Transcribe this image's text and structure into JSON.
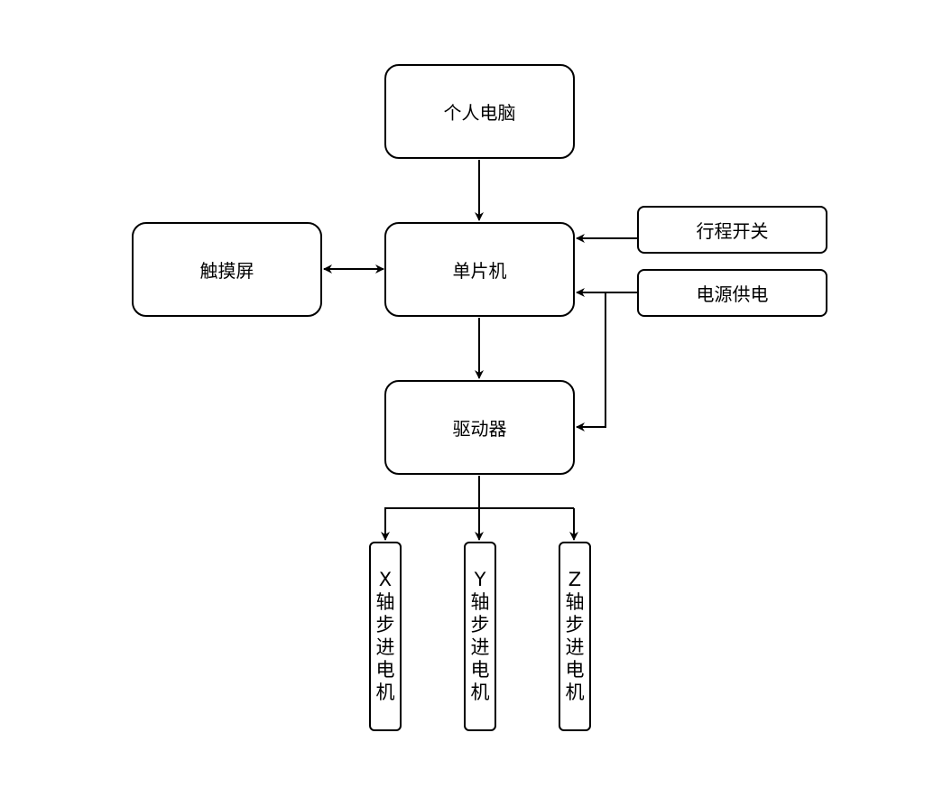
{
  "diagram": {
    "nodes": {
      "pc": "个人电脑",
      "mcu": "单片机",
      "touch": "触摸屏",
      "limit": "行程开关",
      "power": "电源供电",
      "driver": "驱动器",
      "motor_x": "X轴步进电机",
      "motor_y": "Y轴步进电机",
      "motor_z": "Z轴步进电机"
    },
    "edges": [
      {
        "from": "pc",
        "to": "mcu"
      },
      {
        "from": "touch",
        "to": "mcu",
        "bidirectional": true
      },
      {
        "from": "limit",
        "to": "mcu"
      },
      {
        "from": "power",
        "to": "mcu"
      },
      {
        "from": "power",
        "to": "driver"
      },
      {
        "from": "mcu",
        "to": "driver"
      },
      {
        "from": "driver",
        "to": "motor_x"
      },
      {
        "from": "driver",
        "to": "motor_y"
      },
      {
        "from": "driver",
        "to": "motor_z"
      }
    ]
  }
}
